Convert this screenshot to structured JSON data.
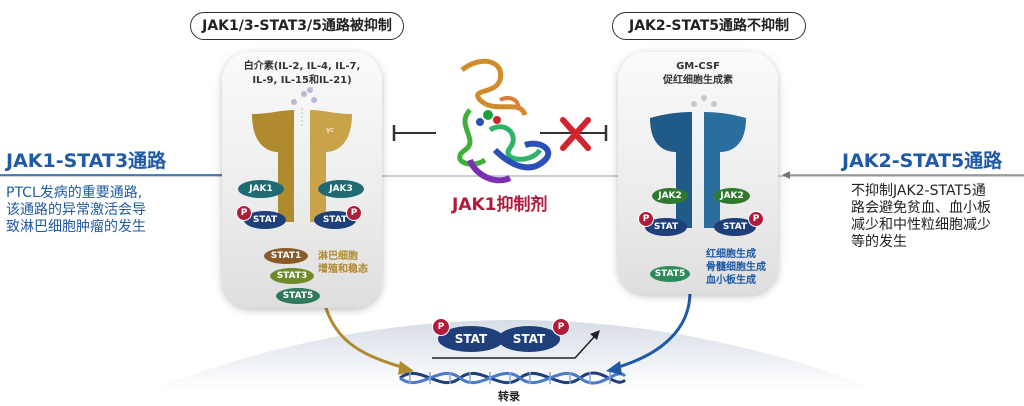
{
  "left_pill": "JAK1/3-STAT3/5通路被抑制",
  "right_pill": "JAK2-STAT5通路不抑制",
  "left_title": "JAK1-STAT3通路",
  "left_desc": [
    "PTCL发病的重要通路,",
    "该通路的异常激活会导",
    "致淋巴细胞肿瘤的发生"
  ],
  "right_title": "JAK2-STAT5通路",
  "right_desc": [
    "不抑制JAK2-STAT5通",
    "路会避免贫血、血小板",
    "减少和中性粒细胞减少",
    "等的发生"
  ],
  "left_cell": {
    "cytokines": [
      "白介素(IL-2, IL-4, IL-7,",
      "IL-9, IL-15和IL-21)"
    ],
    "gamma_c": "γc",
    "jak_a": "JAK1",
    "jak_b": "JAK3",
    "stat_a": "STAT",
    "stat_b": "STAT",
    "p": "P",
    "stat_list": [
      "STAT1",
      "STAT3",
      "STAT5"
    ],
    "note": [
      "淋巴细胞",
      "增殖和稳态"
    ]
  },
  "right_cell": {
    "cytokines": [
      "GM-CSF",
      "促红细胞生成素"
    ],
    "jak_a": "JAK2",
    "jak_b": "JAK2",
    "stat_a": "STAT",
    "stat_b": "STAT",
    "p": "P",
    "stat_list": [
      "STAT5"
    ],
    "note": [
      "红细胞生成",
      "骨髓细胞生成",
      "血小板生成"
    ]
  },
  "inhibitor_label": "JAK1抑制剂",
  "dimer": {
    "stat_a": "STAT",
    "stat_b": "STAT",
    "p": "P"
  },
  "transcription": "转录",
  "colors": {
    "blue": "#1f5aa6",
    "gold": "#b08a2e",
    "red": "#b01c3c",
    "green": "#2e8a5a",
    "navy": "#1e3f7a"
  }
}
